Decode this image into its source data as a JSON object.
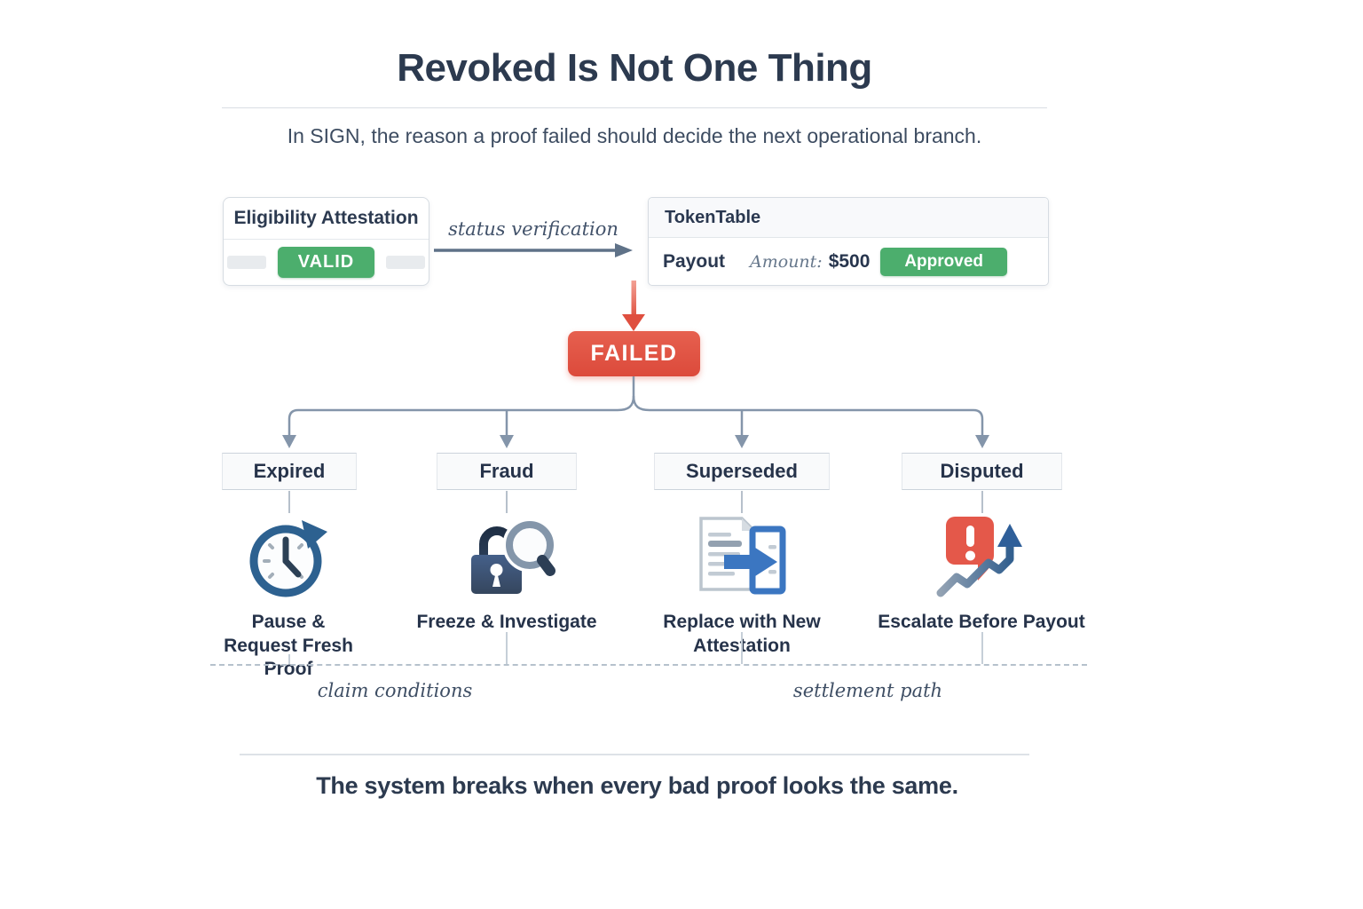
{
  "header": {
    "title": "Revoked Is Not One Thing",
    "subtitle": "In SIGN, the reason a proof failed should decide the next operational branch."
  },
  "flow": {
    "attestation_card": {
      "title": "Eligibility Attestation",
      "status_badge": "VALID"
    },
    "arrow_label": "status verification",
    "token_table": {
      "title": "TokenTable",
      "row_label": "Payout",
      "amount_label": "Amount:",
      "amount_value": "$500",
      "status_badge": "Approved"
    },
    "failed_label": "FAILED"
  },
  "branches": [
    {
      "label": "Expired",
      "icon": "clock-refresh-icon",
      "action": "Pause & Request Fresh Proof"
    },
    {
      "label": "Fraud",
      "icon": "lock-magnifier-icon",
      "action": "Freeze & Investigate"
    },
    {
      "label": "Superseded",
      "icon": "document-replace-icon",
      "action": "Replace with New Attestation"
    },
    {
      "label": "Disputed",
      "icon": "alert-trend-up-icon",
      "action": "Escalate Before Payout"
    }
  ],
  "lanes": {
    "left": "claim conditions",
    "right": "settlement path"
  },
  "footer": {
    "note": "The system breaks when every bad proof looks the same."
  },
  "colors": {
    "valid_green": "#4cae6d",
    "failed_red": "#df4f3f",
    "navy_text": "#2c3a4f",
    "connector_gray": "#8495aa",
    "arrow_slate": "#5f7288"
  }
}
